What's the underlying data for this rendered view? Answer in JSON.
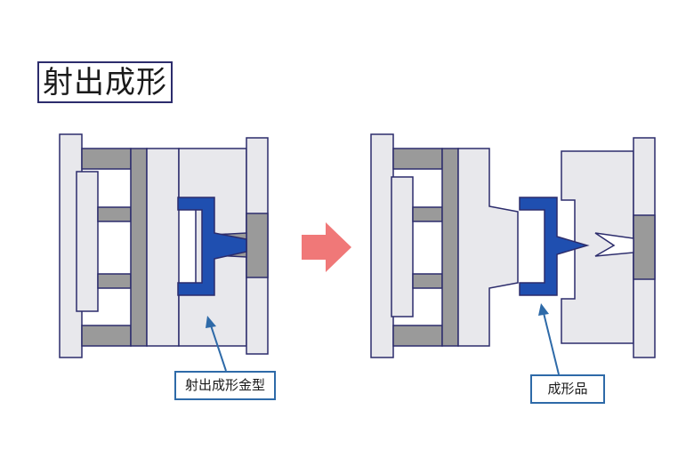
{
  "title": "射出成形",
  "labels": {
    "mold": "射出成形金型",
    "part": "成形品"
  },
  "colors": {
    "plate_light": "#e8e8ec",
    "plate_gray": "#9a9a9a",
    "outline": "#2c2c6c",
    "part_blue": "#1f4fb0",
    "arrow": "#f07878",
    "leader": "#2e6aa8"
  },
  "icons": {
    "process_arrow": "right-arrow-icon"
  }
}
